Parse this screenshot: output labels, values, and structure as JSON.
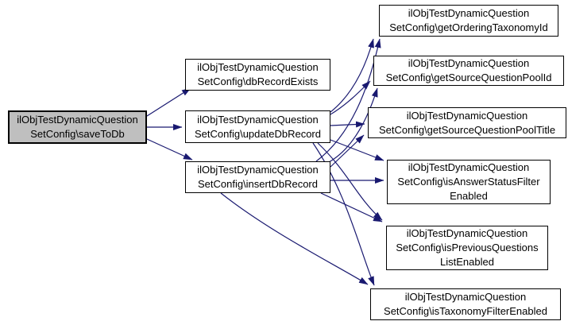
{
  "diagram": {
    "type": "call-graph",
    "colors": {
      "edge": "#191970",
      "node_border": "#000000",
      "node_fill": "#ffffff",
      "highlight_fill": "#bfbfbf"
    },
    "nodes": [
      {
        "id": "saveToDb",
        "label": "ilObjTestDynamicQuestion\nSetConfig\\saveToDb",
        "current": true
      },
      {
        "id": "dbRecordExists",
        "label": "ilObjTestDynamicQuestion\nSetConfig\\dbRecordExists",
        "current": false
      },
      {
        "id": "updateDbRecord",
        "label": "ilObjTestDynamicQuestion\nSetConfig\\updateDbRecord",
        "current": false
      },
      {
        "id": "insertDbRecord",
        "label": "ilObjTestDynamicQuestion\nSetConfig\\insertDbRecord",
        "current": false
      },
      {
        "id": "getOrderingTaxonomyId",
        "label": "ilObjTestDynamicQuestion\nSetConfig\\getOrderingTaxonomyId",
        "current": false
      },
      {
        "id": "getSourceQuestionPoolId",
        "label": "ilObjTestDynamicQuestion\nSetConfig\\getSourceQuestionPoolId",
        "current": false
      },
      {
        "id": "getSourceQuestionPoolTitle",
        "label": "ilObjTestDynamicQuestion\nSetConfig\\getSourceQuestionPoolTitle",
        "current": false
      },
      {
        "id": "isAnswerStatusFilterEnabled",
        "label": "ilObjTestDynamicQuestion\nSetConfig\\isAnswerStatusFilter\nEnabled",
        "current": false
      },
      {
        "id": "isPreviousQuestionsListEnabled",
        "label": "ilObjTestDynamicQuestion\nSetConfig\\isPreviousQuestions\nListEnabled",
        "current": false
      },
      {
        "id": "isTaxonomyFilterEnabled",
        "label": "ilObjTestDynamicQuestion\nSetConfig\\isTaxonomyFilterEnabled",
        "current": false
      }
    ],
    "edges": [
      {
        "from": "saveToDb",
        "to": "dbRecordExists"
      },
      {
        "from": "saveToDb",
        "to": "updateDbRecord"
      },
      {
        "from": "saveToDb",
        "to": "insertDbRecord"
      },
      {
        "from": "updateDbRecord",
        "to": "getOrderingTaxonomyId"
      },
      {
        "from": "updateDbRecord",
        "to": "getSourceQuestionPoolId"
      },
      {
        "from": "updateDbRecord",
        "to": "getSourceQuestionPoolTitle"
      },
      {
        "from": "updateDbRecord",
        "to": "isAnswerStatusFilterEnabled"
      },
      {
        "from": "updateDbRecord",
        "to": "isPreviousQuestionsListEnabled"
      },
      {
        "from": "updateDbRecord",
        "to": "isTaxonomyFilterEnabled"
      },
      {
        "from": "insertDbRecord",
        "to": "getOrderingTaxonomyId"
      },
      {
        "from": "insertDbRecord",
        "to": "getSourceQuestionPoolId"
      },
      {
        "from": "insertDbRecord",
        "to": "getSourceQuestionPoolTitle"
      },
      {
        "from": "insertDbRecord",
        "to": "isAnswerStatusFilterEnabled"
      },
      {
        "from": "insertDbRecord",
        "to": "isPreviousQuestionsListEnabled"
      },
      {
        "from": "insertDbRecord",
        "to": "isTaxonomyFilterEnabled"
      }
    ]
  }
}
